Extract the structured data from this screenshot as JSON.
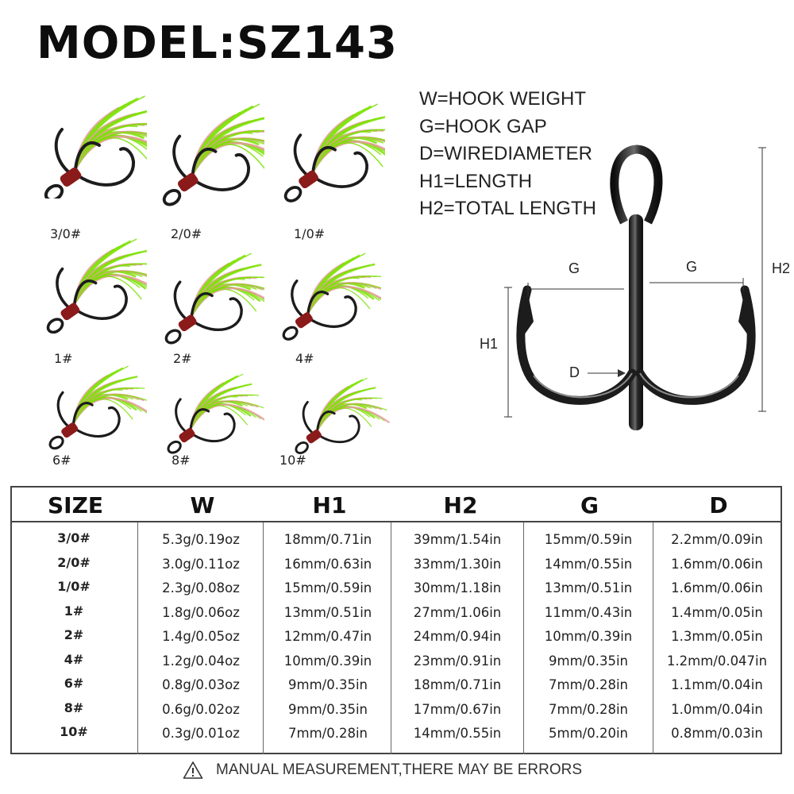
{
  "header": {
    "model_title": "MODEL:SZ143"
  },
  "legend": [
    "W=HOOK WEIGHT",
    "G=HOOK GAP",
    "D=WIREDIAMETER",
    "H1=LENGTH",
    "H2=TOTAL LENGTH"
  ],
  "hook_sizes": [
    "3/0#",
    "2/0#",
    "1/0#",
    "1#",
    "2#",
    "4#",
    "6#",
    "8#",
    "10#"
  ],
  "diagram": {
    "labels": {
      "g_left": "G",
      "g_right": "G",
      "h1": "H1",
      "h2": "H2",
      "d": "D"
    }
  },
  "colors": {
    "feather_green": "#7be000",
    "feather_pink": "#e89aa0",
    "thread_red": "#8b1a1a",
    "hook_black": "#1c1c1c"
  },
  "table": {
    "headers": [
      "SIZE",
      "W",
      "H1",
      "H2",
      "G",
      "D"
    ],
    "rows": [
      [
        "3/0#",
        "5.3g/0.19oz",
        "18mm/0.71in",
        "39mm/1.54in",
        "15mm/0.59in",
        "2.2mm/0.09in"
      ],
      [
        "2/0#",
        "3.0g/0.11oz",
        "16mm/0.63in",
        "33mm/1.30in",
        "14mm/0.55in",
        "1.6mm/0.06in"
      ],
      [
        "1/0#",
        "2.3g/0.08oz",
        "15mm/0.59in",
        "30mm/1.18in",
        "13mm/0.51in",
        "1.6mm/0.06in"
      ],
      [
        "1#",
        "1.8g/0.06oz",
        "13mm/0.51in",
        "27mm/1.06in",
        "11mm/0.43in",
        "1.4mm/0.05in"
      ],
      [
        "2#",
        "1.4g/0.05oz",
        "12mm/0.47in",
        "24mm/0.94in",
        "10mm/0.39in",
        "1.3mm/0.05in"
      ],
      [
        "4#",
        "1.2g/0.04oz",
        "10mm/0.39in",
        "23mm/0.91in",
        "9mm/0.35in",
        "1.2mm/0.047in"
      ],
      [
        "6#",
        "0.8g/0.03oz",
        "9mm/0.35in",
        "18mm/0.71in",
        "7mm/0.28in",
        "1.1mm/0.04in"
      ],
      [
        "8#",
        "0.6g/0.02oz",
        "9mm/0.35in",
        "17mm/0.67in",
        "7mm/0.28in",
        "1.0mm/0.04in"
      ],
      [
        "10#",
        "0.3g/0.01oz",
        "7mm/0.28in",
        "14mm/0.55in",
        "5mm/0.20in",
        "0.8mm/0.03in"
      ]
    ]
  },
  "footer": {
    "icon": "warning-icon",
    "text": "MANUAL MEASUREMENT,THERE MAY BE ERRORS"
  }
}
